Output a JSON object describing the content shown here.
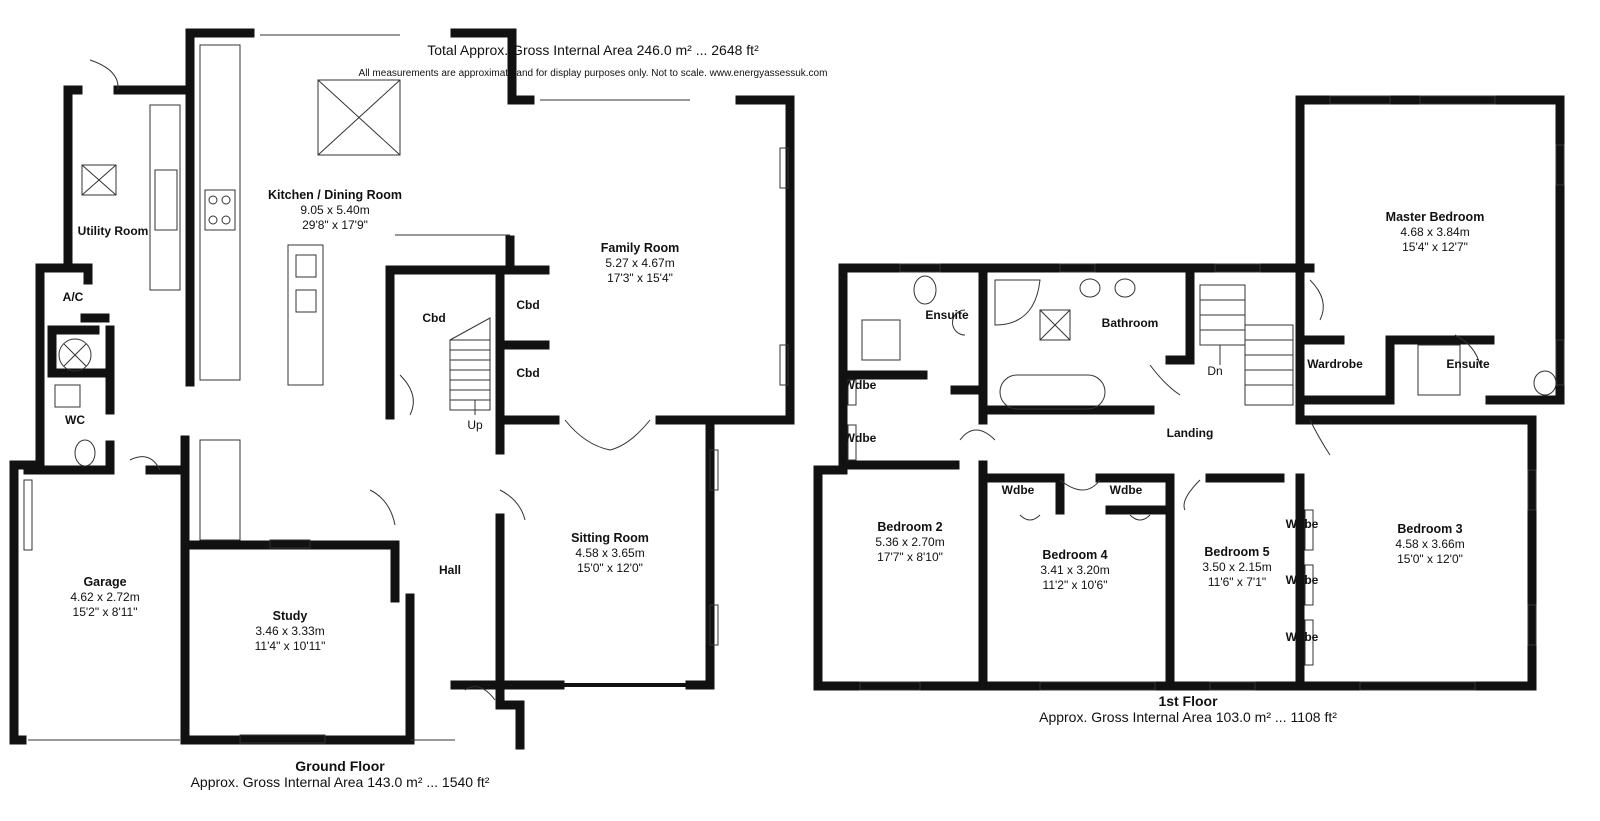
{
  "header": {
    "total_area": "Total Approx. Gross Internal Area 246.0 m² ... 2648 ft²",
    "disclaimer": "All measurements are approximate and for display purposes only. Not to scale. www.energyassessuk.com"
  },
  "ground_floor": {
    "name": "Ground Floor",
    "area": "Approx. Gross Internal Area 143.0 m² ... 1540 ft²",
    "rooms": {
      "kitchen": {
        "name": "Kitchen / Dining Room",
        "metric": "9.05 x 5.40m",
        "imperial": "29'8\" x 17'9\""
      },
      "family": {
        "name": "Family Room",
        "metric": "5.27 x 4.67m",
        "imperial": "17'3\" x 15'4\""
      },
      "sitting": {
        "name": "Sitting Room",
        "metric": "4.58 x 3.65m",
        "imperial": "15'0\" x 12'0\""
      },
      "study": {
        "name": "Study",
        "metric": "3.46 x 3.33m",
        "imperial": "11'4\" x 10'11\""
      },
      "garage": {
        "name": "Garage",
        "metric": "4.62 x 2.72m",
        "imperial": "15'2\" x 8'11\""
      }
    },
    "labels": {
      "utility": "Utility Room",
      "ac": "A/C",
      "wc": "WC",
      "cbd1": "Cbd",
      "cbd2": "Cbd",
      "cbd3": "Cbd",
      "hall": "Hall",
      "up": "Up"
    }
  },
  "first_floor": {
    "name": "1st Floor",
    "area": "Approx. Gross Internal Area 103.0 m² ... 1108 ft²",
    "rooms": {
      "master": {
        "name": "Master Bedroom",
        "metric": "4.68 x 3.84m",
        "imperial": "15'4\" x 12'7\""
      },
      "bed2": {
        "name": "Bedroom 2",
        "metric": "5.36 x 2.70m",
        "imperial": "17'7\" x 8'10\""
      },
      "bed3": {
        "name": "Bedroom 3",
        "metric": "4.58 x 3.66m",
        "imperial": "15'0\" x 12'0\""
      },
      "bed4": {
        "name": "Bedroom 4",
        "metric": "3.41 x 3.20m",
        "imperial": "11'2\" x 10'6\""
      },
      "bed5": {
        "name": "Bedroom 5",
        "metric": "3.50 x 2.15m",
        "imperial": "11'6\" x 7'1\""
      }
    },
    "labels": {
      "ensuite1": "Ensuite",
      "bathroom": "Bathroom",
      "ensuite2": "Ensuite",
      "wardrobe": "Wardrobe",
      "landing": "Landing",
      "dn": "Dn",
      "wdbe1": "Wdbe",
      "wdbe2": "Wdbe",
      "wdbe3": "Wdbe",
      "wdbe4": "Wdbe",
      "wdbe5": "Wdbe",
      "wdbe6": "Wdbe",
      "wdbe7": "Wdbe"
    }
  },
  "colors": {
    "wall": "#111111",
    "line": "#333333",
    "background": "#ffffff"
  }
}
